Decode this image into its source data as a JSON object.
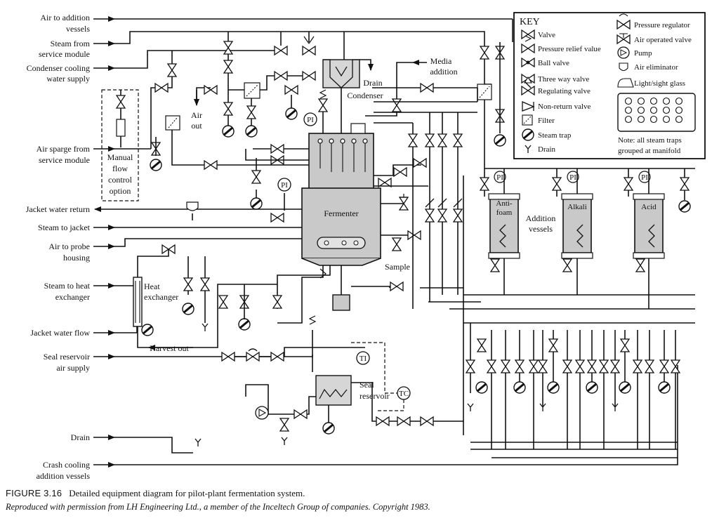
{
  "diagram": {
    "inlets": [
      {
        "line1": "Air to addition",
        "line2": "vessels"
      },
      {
        "line1": "Steam from",
        "line2": "service module"
      },
      {
        "line1": "Condenser cooling",
        "line2": "water supply"
      },
      {
        "line1": "Air sparge from",
        "line2": "service module"
      },
      {
        "line1": "Jacket water return",
        "line2": ""
      },
      {
        "line1": "Steam to jacket",
        "line2": ""
      },
      {
        "line1": "Air to probe",
        "line2": "housing"
      },
      {
        "line1": "Steam to heat",
        "line2": "exchanger"
      },
      {
        "line1": "Jacket water flow",
        "line2": ""
      },
      {
        "line1": "Seal reservoir",
        "line2": "air supply"
      },
      {
        "line1": "Drain",
        "line2": ""
      },
      {
        "line1": "Crash cooling",
        "line2": "addition vessels"
      }
    ],
    "labels": {
      "manual_flow": [
        "Manual",
        "flow",
        "control",
        "option"
      ],
      "air_out": [
        "Air",
        "out"
      ],
      "drain": "Drain",
      "condenser": "Condenser",
      "media_addition": [
        "Media",
        "addition"
      ],
      "fermenter": "Fermenter",
      "sample": "Sample",
      "heat_exchanger": [
        "Heat",
        "exchanger"
      ],
      "harvest_out": "Harvest out",
      "seal_reservoir": [
        "Seal",
        "reservoir"
      ],
      "addition_vessels": [
        "Addition",
        "vessels"
      ],
      "antifoam": [
        "Anti-",
        "foam"
      ],
      "alkali": "Alkali",
      "acid": "Acid"
    },
    "instruments": {
      "pi": "PI",
      "ti": "TI",
      "tc": "TC"
    }
  },
  "key": {
    "title": "KEY",
    "left": [
      "Valve",
      "Pressure relief value",
      "Ball valve",
      "Three way valve",
      "Regulating valve",
      "Non-return valve",
      "Filter",
      "Steam trap",
      "Drain"
    ],
    "right": [
      "Pressure regulator",
      "Air operated valve",
      "Pump",
      "Air eliminator",
      "Light/sight glass"
    ],
    "note": [
      "Note: all steam traps",
      "grouped at manifold"
    ]
  },
  "caption": {
    "figure": "FIGURE 3.16",
    "title": "Detailed equipment diagram for pilot-plant fermentation system.",
    "credit": "Reproduced with permission from LH Engineering Ltd., a member of the Inceltech Group of companies. Copyright 1983."
  }
}
